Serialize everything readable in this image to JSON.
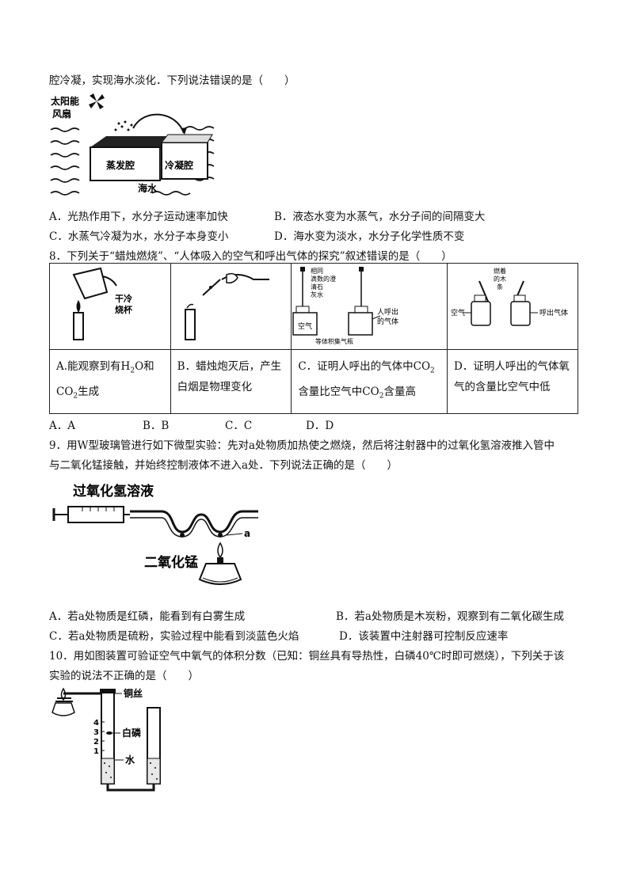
{
  "q7": {
    "stem_tail": "腔冷凝，实现海水淡化．下列说法错误的是（　　）",
    "figure_labels": {
      "device": "太阳能\n风扇",
      "evap": "蒸发腔",
      "cond": "冷凝腔",
      "sea": "海水"
    },
    "options": {
      "A": "A．光热作用下，水分子运动速率加快",
      "B": "B．液态水变为水蒸气，水分子间的间隔变大",
      "C": "C．水蒸气冷凝为水，水分子本身变小",
      "D": "D．海水变为淡水，水分子化学性质不变"
    }
  },
  "q8": {
    "stem": "8．下列关于“蜡烛燃烧”、“人体吸入的空气和呼出气体的探究”叙述错误的是（　　）",
    "img_labels": {
      "a": "干冷\n烧杯",
      "c_drop": "相同\n滴数的澄\n清石\n灰水",
      "c_air": "空气",
      "c_breath": "人呼出\n的气体",
      "c_caption": "等体积集气瓶",
      "d_stick": "燃着\n的木\n条",
      "d_air": "空气",
      "d_breath": "呼出气体"
    },
    "cells": {
      "A_pre": "A.能观察到有H",
      "A_sub1": "2",
      "A_mid": "O和",
      "A_l2": "CO",
      "A_sub2": "2",
      "A_l2b": "生成",
      "B_l1": "B．蜡烛炮灭后，产生",
      "B_l2": "白烟是物理变化",
      "C_l1": "C．证明人呼出的气体中CO",
      "C_sub1": "2",
      "C_l2": "含量比空气中CO",
      "C_sub2": "2",
      "C_l2b": "含量高",
      "D_l1": "D．证明人呼出的气体氧",
      "D_l2": "气的含量比空气中低"
    },
    "answers": {
      "A": "A．A",
      "B": "B．B",
      "C": "C．C",
      "D": "D．D"
    }
  },
  "q9": {
    "stem_l1": "9．用W型玻璃管进行如下微型实验：先对a处物质加热使之燃烧，然后将注射器中的过氧化氢溶液推入管中",
    "stem_l2": "与二氧化锰接触，并始终控制液体不进入a处．下列说法正确的是（　　）",
    "figure_labels": {
      "h2o2": "过氧化氢溶液",
      "mno2": "二氧化锰",
      "a": "a"
    },
    "options": {
      "A": "A．若a处物质是红磷，能看到有白雾生成",
      "B": "B．若a处物质是木炭粉，观察到有二氧化碳生成",
      "C": "C．若a处物质是硫粉，实验过程中能看到淡蓝色火焰",
      "D": "D．该装置中注射器可控制反应速率"
    }
  },
  "q10": {
    "stem_l1": "10．用如图装置可验证空气中氧气的体积分数（已知：铜丝具有导热性，白磷40℃时即可燃烧），下列关于该",
    "stem_l2": "实验的说法不正确的是（　　）",
    "figure_labels": {
      "cu": "铜丝",
      "p": "白磷",
      "water": "水",
      "n4": "4",
      "n3": "3",
      "n2": "2",
      "n1": "1"
    }
  }
}
